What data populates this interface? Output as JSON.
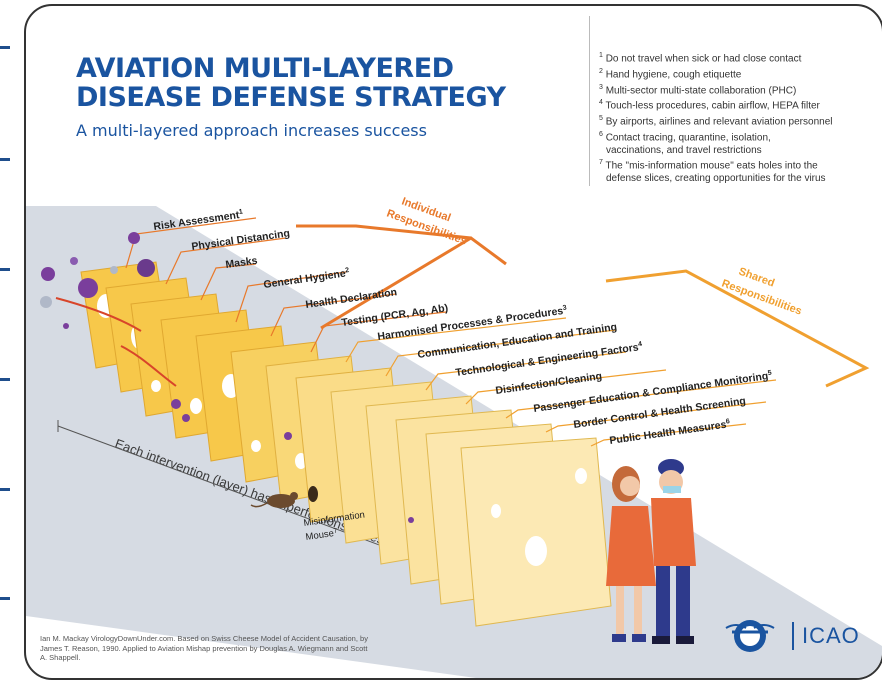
{
  "title_line1": "AVIATION MULTI-LAYERED",
  "title_line2": "DISEASE DEFENSE STRATEGY",
  "subtitle": "A multi-layered approach increases success",
  "notes": [
    {
      "num": "1",
      "text": "Do not travel when sick or had close contact"
    },
    {
      "num": "2",
      "text": "Hand hygiene, cough etiquette"
    },
    {
      "num": "3",
      "text": "Multi-sector multi-state collaboration (PHC)"
    },
    {
      "num": "4",
      "text": "Touch-less procedures, cabin airflow, HEPA filter"
    },
    {
      "num": "5",
      "text": "By airports, airlines and relevant aviation personnel"
    },
    {
      "num": "6",
      "text": "Contact tracing, quarantine, isolation,"
    },
    {
      "num": "",
      "text": "vaccinations, and travel restrictions"
    },
    {
      "num": "7",
      "text": "The \"mis-information mouse\" eats holes into the"
    },
    {
      "num": "",
      "text": "defense slices, creating opportunities for the virus"
    }
  ],
  "groups": {
    "individual": "Individual Responsibilities",
    "individual_line1": "Individual",
    "individual_line2": "Responsibilities",
    "shared": "Shared Responsibilities",
    "shared_line1": "Shared",
    "shared_line2": "Responsibilities"
  },
  "layers": {
    "risk_assessment": "Risk Assessment",
    "physical_distancing": "Physical Distancing",
    "masks": "Masks",
    "general_hygiene": "General Hygiene",
    "health_declaration": "Health Declaration",
    "testing": "Testing (PCR, Ag, Ab)",
    "harmonised": "Harmonised Processes & Procedures",
    "communication": "Communication, Education and Training",
    "technological": "Technological & Engineering Factors",
    "disinfection": "Disinfection/Cleaning",
    "passenger_education": "Passenger Education & Compliance Monitoring",
    "border_control": "Border Control & Health Screening",
    "public_health": "Public Health Measures"
  },
  "superscripts": {
    "risk_assessment": "1",
    "general_hygiene": "2",
    "harmonised": "3",
    "technological": "4",
    "passenger_education": "5",
    "public_health": "6",
    "mouse": "7"
  },
  "mouse_label_line1": "Misinformation",
  "mouse_label_line2": "Mouse",
  "floor_caption": "Each intervention (layer) has imperfections (holes)",
  "credit": "Ian M. Mackay VirologyDownUnder.com. Based on Swiss Cheese Model of Accident Causation, by James T. Reason, 1990. Applied to Aviation Mishap prevention by Douglas A. Wiegmann and Scott A. Shappell.",
  "logo_text": "ICAO",
  "colors": {
    "title": "#1a54a0",
    "individual_orange": "#e8792b",
    "shared_orange": "#f0a030",
    "cheese_dark": "#f7c84a",
    "cheese_light": "#fbe3a0",
    "floor": "#d6dbe3",
    "virus": "#7a3e9c"
  }
}
